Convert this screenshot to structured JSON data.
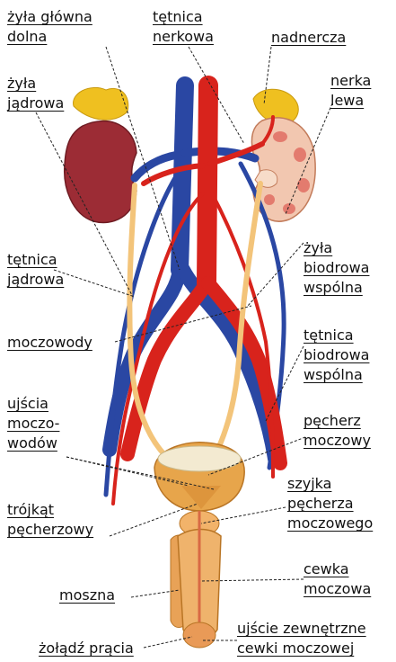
{
  "colors": {
    "artery": "#d8231c",
    "vein": "#2a47a3",
    "ureter": "#f3c47a",
    "kidney_left_side": "#9c2c35",
    "adrenal": "#efc020",
    "bladder": "#e7a54b",
    "leader_line": "#222222"
  },
  "labels": {
    "zyla_glowna_dolna": [
      "żyła główna",
      "dolna"
    ],
    "tetnica_nerkowa": [
      "tętnica",
      "nerkowa"
    ],
    "nadnercza": [
      "nadnercza"
    ],
    "zyla_jadrowa": [
      "żyła",
      "jądrowa"
    ],
    "nerka_lewa": [
      "nerka",
      "lewa"
    ],
    "tetnica_jadrowa": [
      "tętnica",
      "jądrowa"
    ],
    "zyla_biodrowa_wspolna": [
      "żyła",
      "biodrowa",
      "wspólna"
    ],
    "moczowody": [
      "moczowody"
    ],
    "tetnica_biodrowa_wspolna": [
      "tętnica",
      "biodrowa",
      "wspólna"
    ],
    "ujscia_moczowodow": [
      "ujścia",
      "moczo-",
      "wodów"
    ],
    "pecherz_moczowy": [
      "pęcherz",
      "moczowy"
    ],
    "trojkat_pecherzowy": [
      "trójkąt",
      "pęcherzowy"
    ],
    "szyjka_pecherza": [
      "szyjka",
      "pęcherza",
      "moczowego"
    ],
    "moszna": [
      "moszna"
    ],
    "cewka_moczowa": [
      "cewka",
      "moczowa"
    ],
    "zoladz_pracia": [
      "żołądź prącia"
    ],
    "ujscie_zewnetrzne": [
      "ujście zewnętrzne",
      "cewki moczowej"
    ]
  }
}
